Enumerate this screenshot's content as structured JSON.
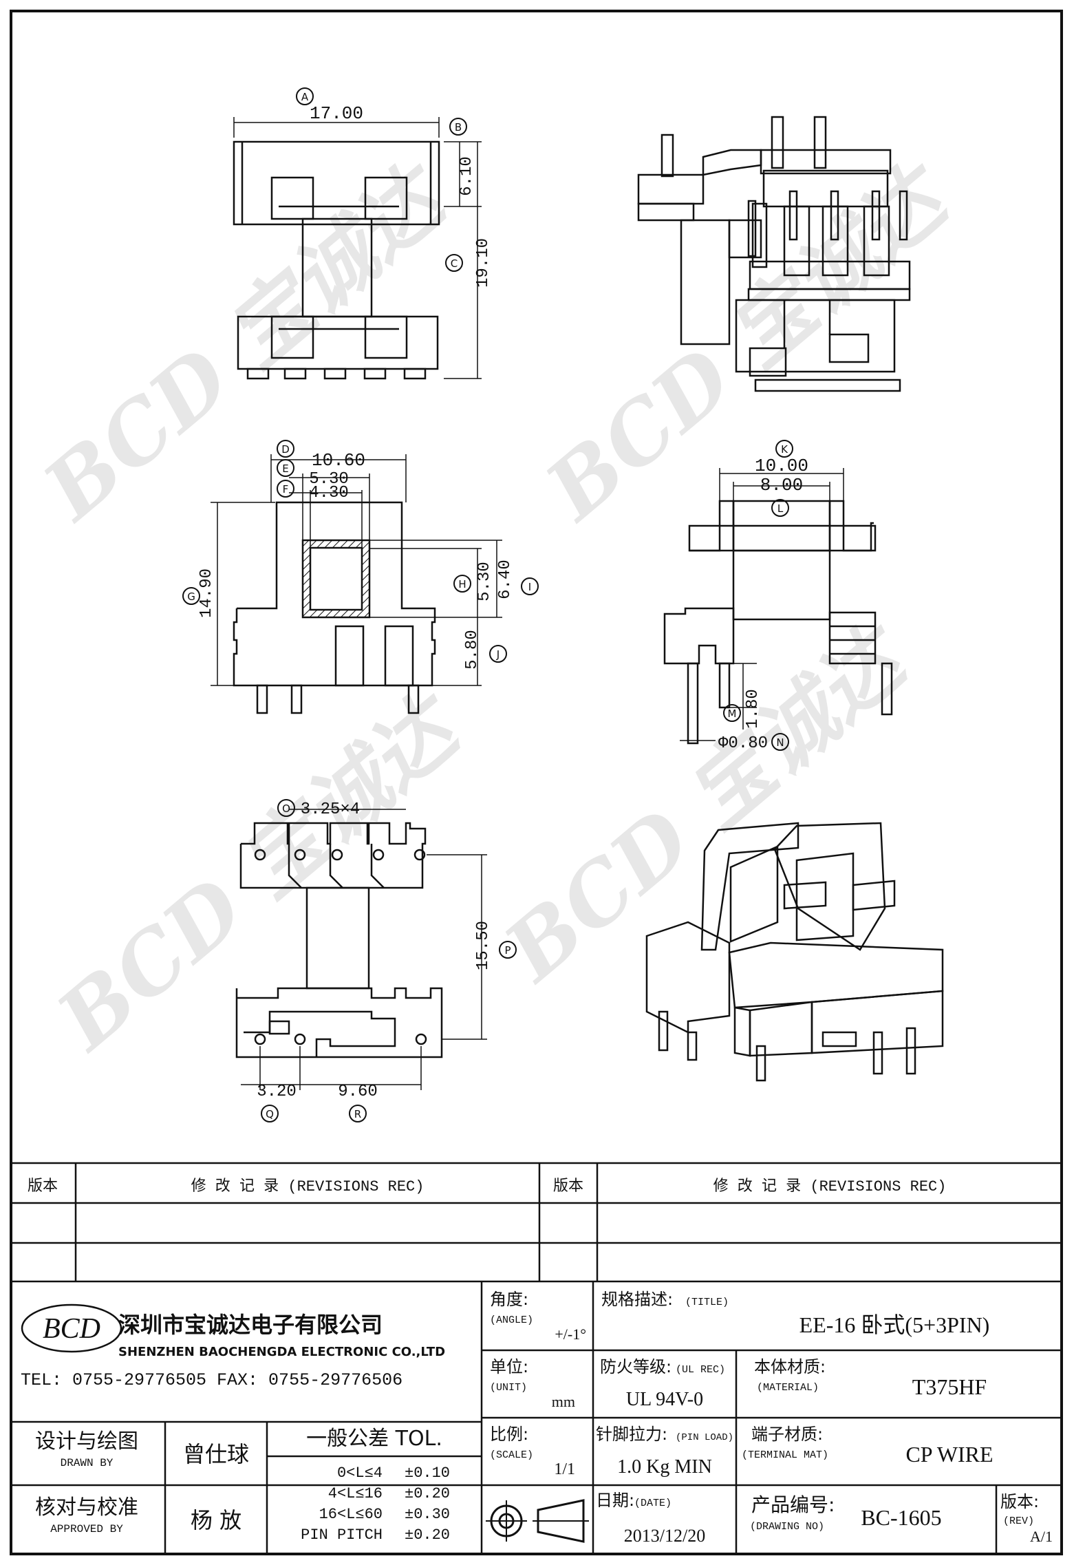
{
  "dimensions": {
    "A": {
      "letter": "A",
      "value": "17.00"
    },
    "B": {
      "letter": "B",
      "value": "6.10"
    },
    "C": {
      "letter": "C",
      "value": "19.10"
    },
    "D": {
      "letter": "D",
      "value": "10.60"
    },
    "E": {
      "letter": "E",
      "value": "5.30"
    },
    "F": {
      "letter": "F",
      "value": "4.30"
    },
    "G": {
      "letter": "G",
      "value": "14.90"
    },
    "H": {
      "letter": "H",
      "value": "5.30"
    },
    "I": {
      "letter": "I",
      "value": "6.40"
    },
    "J": {
      "letter": "J",
      "value": "5.80"
    },
    "K": {
      "letter": "K",
      "value": "10.00"
    },
    "L": {
      "letter": "L",
      "value": "8.00"
    },
    "M": {
      "letter": "M",
      "value": "1.80"
    },
    "N": {
      "letter": "N",
      "value": "Φ0.80"
    },
    "O": {
      "letter": "O",
      "value": "3.25×4"
    },
    "P": {
      "letter": "P",
      "value": "15.50"
    },
    "Q": {
      "letter": "Q",
      "value": "3.20"
    },
    "R": {
      "letter": "R",
      "value": "9.60"
    }
  },
  "revisions": {
    "col_version": "版本",
    "col_record": "修 改 记 录 (REVISIONS REC)"
  },
  "company": {
    "logo_text": "BCD",
    "name_cn": "深圳市宝诚达电子有限公司",
    "name_en": "SHENZHEN BAOCHENGDA ELECTRONIC CO.,LTD",
    "contact": "TEL: 0755-29776505  FAX: 0755-29776506"
  },
  "title_block": {
    "angle_label": "角度:",
    "angle_label_en": "(ANGLE)",
    "angle_value": "+/-1°",
    "title_label": "规格描述:",
    "title_label_en": "(TITLE)",
    "title_value": "EE-16 卧式(5+3PIN)",
    "unit_label": "单位:",
    "unit_label_en": "(UNIT)",
    "unit_value": "mm",
    "ul_label": "防火等级:",
    "ul_label_en": "(UL REC)",
    "ul_value": "UL 94V-0",
    "material_label": "本体材质:",
    "material_label_en": "(MATERIAL)",
    "material_value": "T375HF",
    "scale_label": "比例:",
    "scale_label_en": "(SCALE)",
    "scale_value": "1/1",
    "pinload_label": "针脚拉力:",
    "pinload_label_en": "(PIN LOAD)",
    "pinload_value": "1.0 Kg MIN",
    "terminal_label": "端子材质:",
    "terminal_label_en": "(TERMINAL MAT)",
    "terminal_value": "CP WIRE",
    "date_label": "日期:",
    "date_label_en": "(DATE)",
    "date_value": "2013/12/20",
    "drawing_label": "产品编号:",
    "drawing_label_en": "(DRAWING NO)",
    "drawing_value": "BC-1605",
    "rev_label": "版本:",
    "rev_label_en": "(REV)",
    "rev_value": "A/1",
    "drawn_label": "设计与绘图",
    "drawn_label_en": "DRAWN BY",
    "drawn_value": "曾仕球",
    "approved_label": "核对与校准",
    "approved_label_en": "APPROVED BY",
    "approved_value": "杨 放",
    "tol_title": "一般公差 TOL.",
    "tol_rows": [
      {
        "range": "0<L≤4",
        "value": "±0.10"
      },
      {
        "range": "4<L≤16",
        "value": "±0.20"
      },
      {
        "range": "16<L≤60",
        "value": "±0.30"
      },
      {
        "range": "PIN PITCH",
        "value": "±0.20"
      }
    ]
  },
  "watermark": "BCD 宝诚达"
}
